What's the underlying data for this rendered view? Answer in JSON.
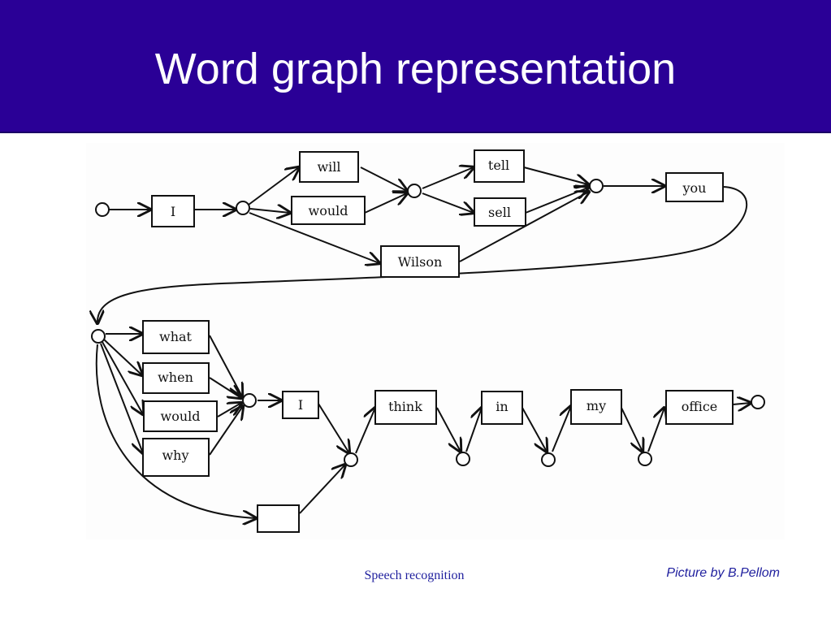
{
  "slide": {
    "title": "Word graph representation",
    "footer_center": "Speech recognition",
    "credit": "Picture by B.Pellom"
  },
  "colors": {
    "header_bg": "#2a0096",
    "title_text": "#ffffff",
    "footer_text": "#1f1f9e",
    "edge": "#111111"
  },
  "graph": {
    "words": [
      "I",
      "will",
      "would",
      "Wilson",
      "tell",
      "sell",
      "you",
      "what",
      "when",
      "would",
      "why",
      "I",
      "think",
      "in",
      "my",
      "office",
      ""
    ]
  }
}
